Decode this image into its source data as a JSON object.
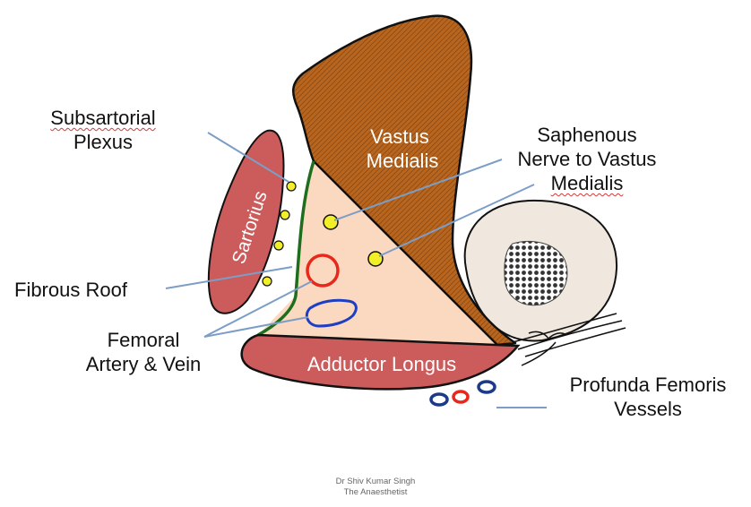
{
  "diagram": {
    "muscles": {
      "vastus_medialis": "Vastus Medialis",
      "sartorius": "Sartorius",
      "adductor_longus": "Adductor Longus"
    },
    "labels": {
      "subsartorial_1": "Subsartorial",
      "subsartorial_2": "Plexus",
      "saphenous_1": "Saphenous",
      "saphenous_2": "Nerve to Vastus",
      "saphenous_3": "Medialis",
      "fibrous_roof": "Fibrous Roof",
      "femoral_1": "Femoral",
      "femoral_2": "Artery & Vein",
      "profunda_1": "Profunda Femoris",
      "profunda_2": "Vessels"
    },
    "credit": {
      "line1": "Dr Shiv Kumar Singh",
      "line2": "The Anaesthetist"
    },
    "colors": {
      "vastus": "#b8661f",
      "muscle_red": "#cc5c5c",
      "canal_fill": "#fbd9c0",
      "artery": "#e8281b",
      "vein": "#1d3fc4",
      "nerve_yellow": "#f2ef29",
      "fibrous_roof": "#1d6e1d",
      "bone": "#f0e8de",
      "leader_line": "#7c9ec6"
    }
  }
}
